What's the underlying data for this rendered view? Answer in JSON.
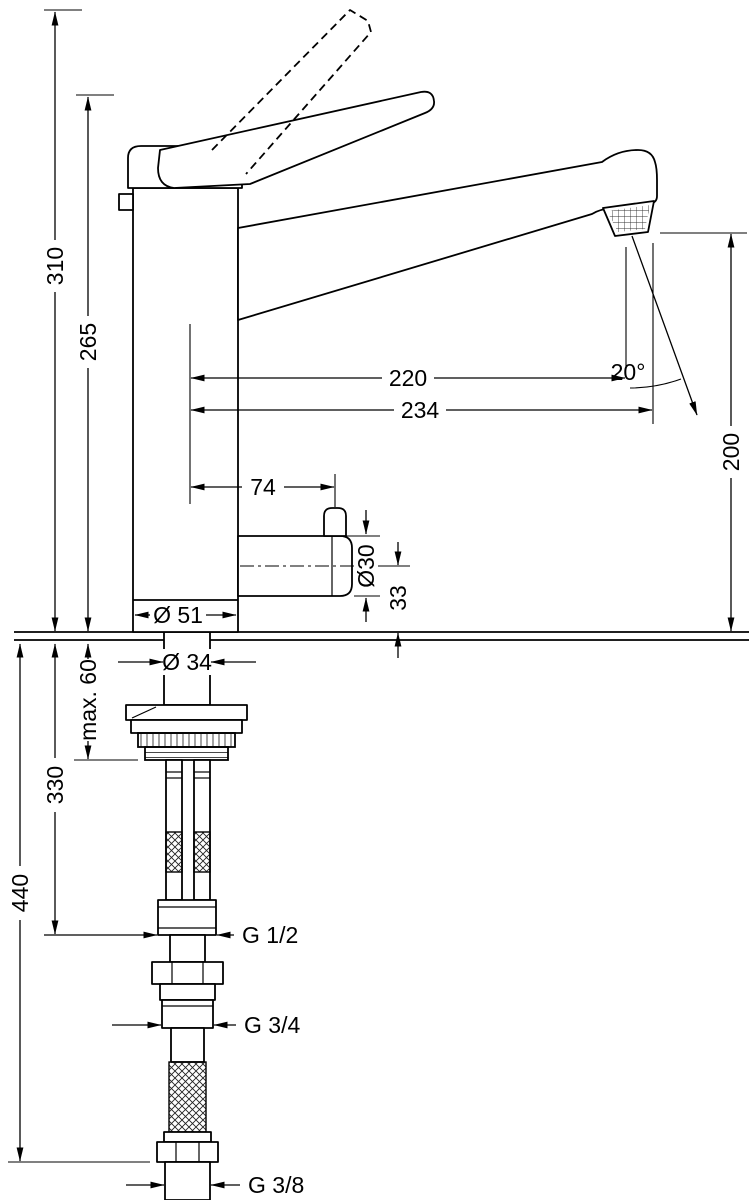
{
  "drawing_labels": {
    "dim_310": "310",
    "dim_265": "265",
    "dim_220": "220",
    "dim_234": "234",
    "angle_20": "20°",
    "dim_200": "200",
    "dim_74": "74",
    "dia_30": "Ø30",
    "dim_33": "33",
    "dia_51": "Ø 51",
    "dia_34": "Ø 34",
    "max_60": "max. 60",
    "dim_330": "330",
    "dim_440": "440",
    "thread_g12": "G 1/2",
    "thread_g34": "G 3/4",
    "thread_g38": "G 3/8"
  },
  "colors": {
    "line": "#000000",
    "background": "#ffffff"
  }
}
